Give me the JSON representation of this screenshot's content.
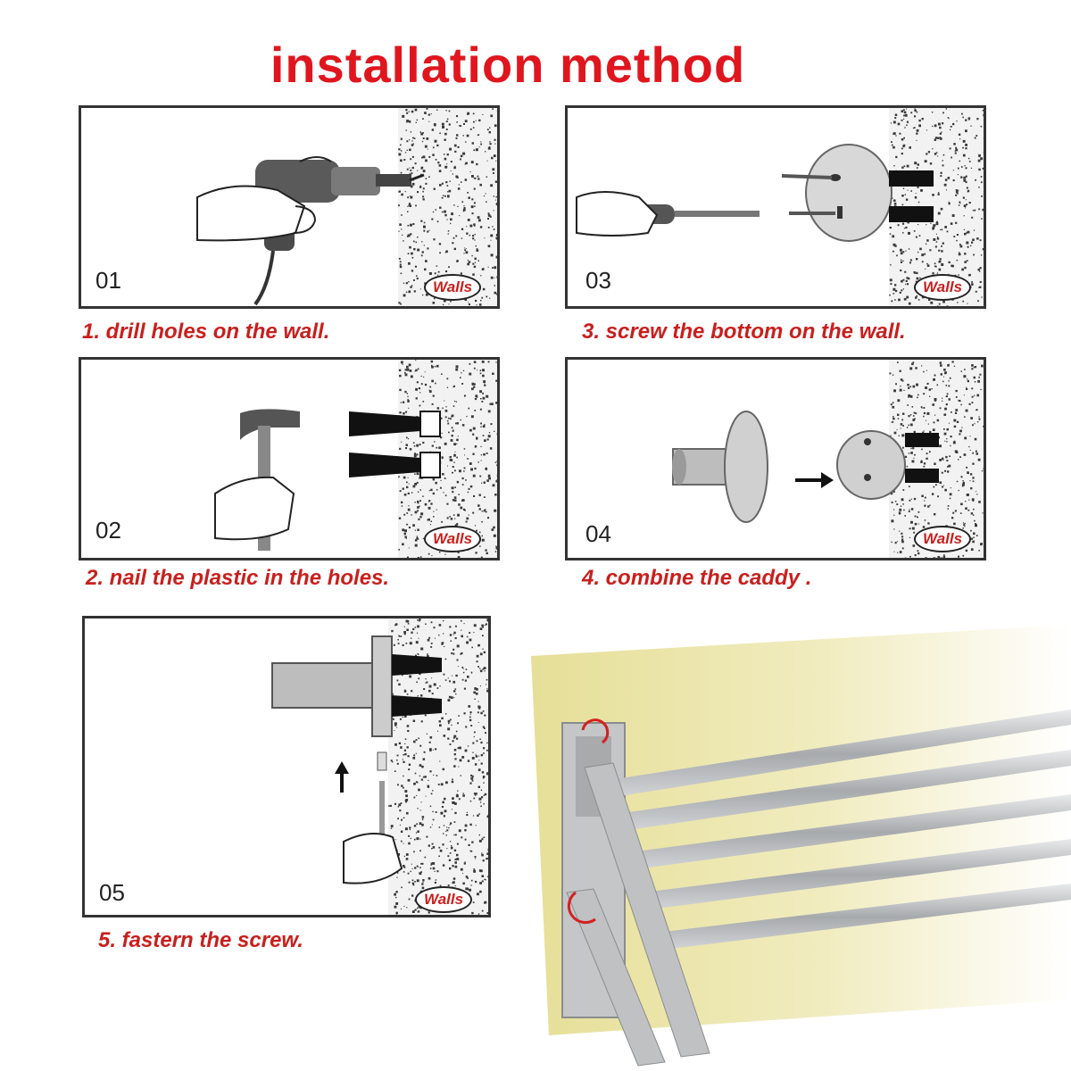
{
  "title": "installation method",
  "colors": {
    "title": "#e0161e",
    "caption": "#c8201e",
    "panel_border": "#333333",
    "wall_bg": "#f2f2f2",
    "wall_speck": "#3a3a3a",
    "yellow_wall": "#e9e3a0",
    "metal": "#b9bcbf"
  },
  "steps": [
    {
      "number": "01",
      "caption": "1. drill holes on the wall.",
      "wall_label": "Walls",
      "tool_icon": "power-drill-icon"
    },
    {
      "number": "02",
      "caption": "2. nail the plastic in the holes.",
      "wall_label": "Walls",
      "tool_icon": "hammer-icon"
    },
    {
      "number": "03",
      "caption": "3. screw the bottom on the wall.",
      "wall_label": "Walls",
      "tool_icon": "screwdriver-icon"
    },
    {
      "number": "04",
      "caption": "4. combine the caddy .",
      "wall_label": "Walls",
      "tool_icon": "wall-base-icon"
    },
    {
      "number": "05",
      "caption": "5. fastern the screw.",
      "wall_label": "Walls",
      "tool_icon": "hex-key-icon"
    }
  ]
}
